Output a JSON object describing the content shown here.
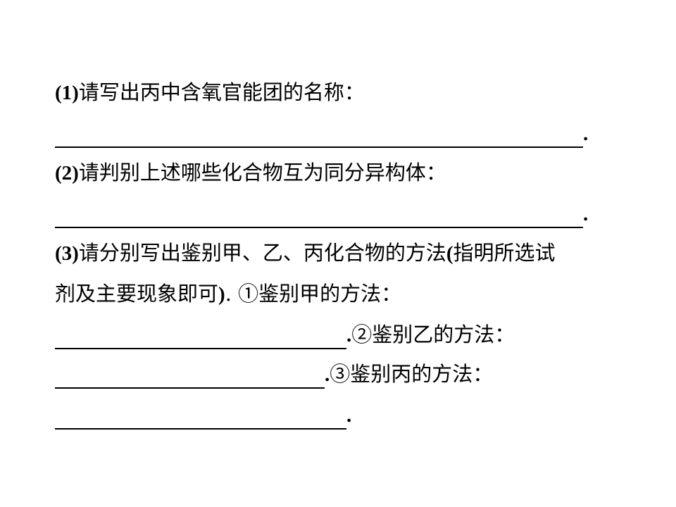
{
  "q1": {
    "number": "(1)",
    "text": "请写出丙中含氧官能团的名称：",
    "end_mark": "."
  },
  "q2": {
    "number": "(2)",
    "text": "请判别上述哪些化合物互为同分异构体：",
    "end_mark": "."
  },
  "q3": {
    "number": "(3)",
    "text_part1": "请分别写出鉴别甲、乙、丙化合物的方法",
    "paren_open": "(",
    "text_part2": "指明所选试",
    "line2_text": "剂及主要现象即可",
    "paren_close": ")",
    "line2_sep": ". ",
    "sub1": "①鉴别甲的方法：",
    "sub2_mark": ".",
    "sub2": "②鉴别乙的方法：",
    "sub3_mark": ".",
    "sub3": "③鉴别丙的方法：",
    "end_mark": "."
  }
}
